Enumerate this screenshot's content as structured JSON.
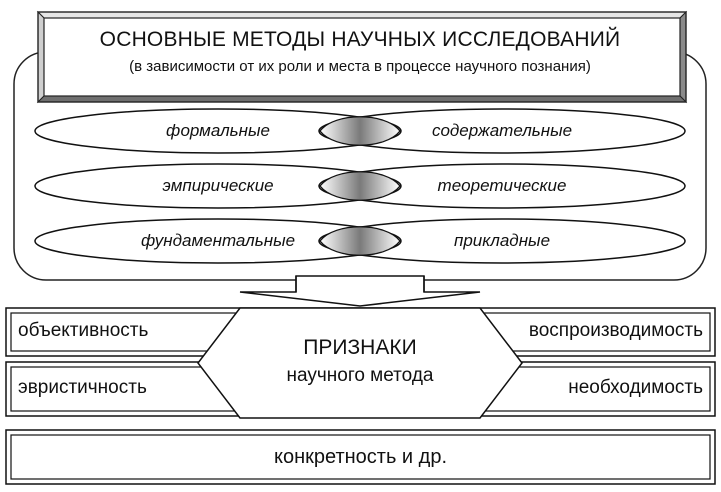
{
  "header": {
    "title": "ОСНОВНЫЕ МЕТОДЫ НАУЧНЫХ ИССЛЕДОВАНИЙ",
    "subtitle": "(в зависимости от их роли и места в процессе научного познания)"
  },
  "method_pairs": [
    {
      "left": "формальные",
      "right": "содержательные"
    },
    {
      "left": "эмпирические",
      "right": "теоретические"
    },
    {
      "left": "фундаментальные",
      "right": "прикладные"
    }
  ],
  "features": {
    "center_title": "ПРИЗНАКИ",
    "center_subtitle": "научного метода",
    "left_top": "объективность",
    "right_top": "воспроизводимость",
    "left_bottom": "эвристичность",
    "right_bottom": "необходимость",
    "bottom": "конкретность и др."
  }
}
